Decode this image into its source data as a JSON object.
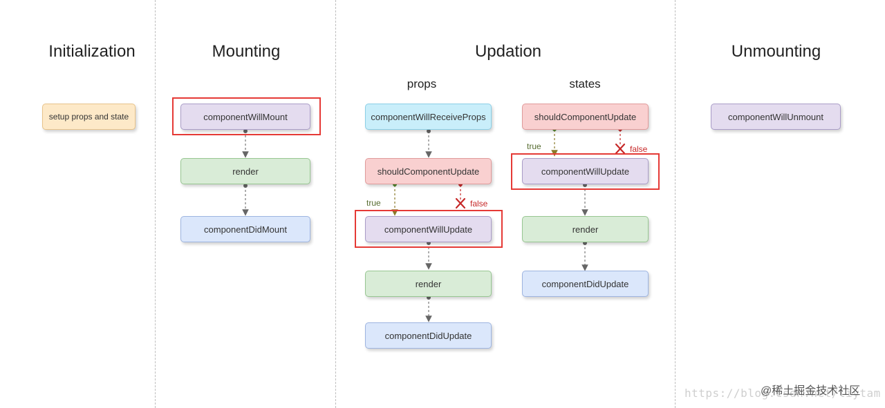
{
  "phases": {
    "initialization": "Initialization",
    "mounting": "Mounting",
    "updation": "Updation",
    "unmounting": "Unmounting"
  },
  "subphases": {
    "props": "props",
    "states": "states"
  },
  "initialization": {
    "setup": "setup props and state"
  },
  "mounting": {
    "will_mount": "componentWillMount",
    "render": "render",
    "did_mount": "componentDidMount"
  },
  "updation_props": {
    "will_receive_props": "componentWillReceiveProps",
    "should_update": "shouldComponentUpdate",
    "will_update": "componentWillUpdate",
    "render": "render",
    "did_update": "componentDidUpdate",
    "true_label": "true",
    "false_label": "false"
  },
  "updation_states": {
    "should_update": "shouldComponentUpdate",
    "will_update": "componentWillUpdate",
    "render": "render",
    "did_update": "componentDidUpdate",
    "true_label": "true",
    "false_label": "false"
  },
  "unmounting": {
    "will_unmount": "componentWillUnmount"
  },
  "watermark": {
    "site": "https://blog.csdn.net/liytam",
    "brand": "@稀土掘金技术社区"
  },
  "colors": {
    "highlight": "#e53935",
    "arrow": "#666666",
    "true_dot": "#4e8a2e",
    "false_dot": "#c62828"
  }
}
